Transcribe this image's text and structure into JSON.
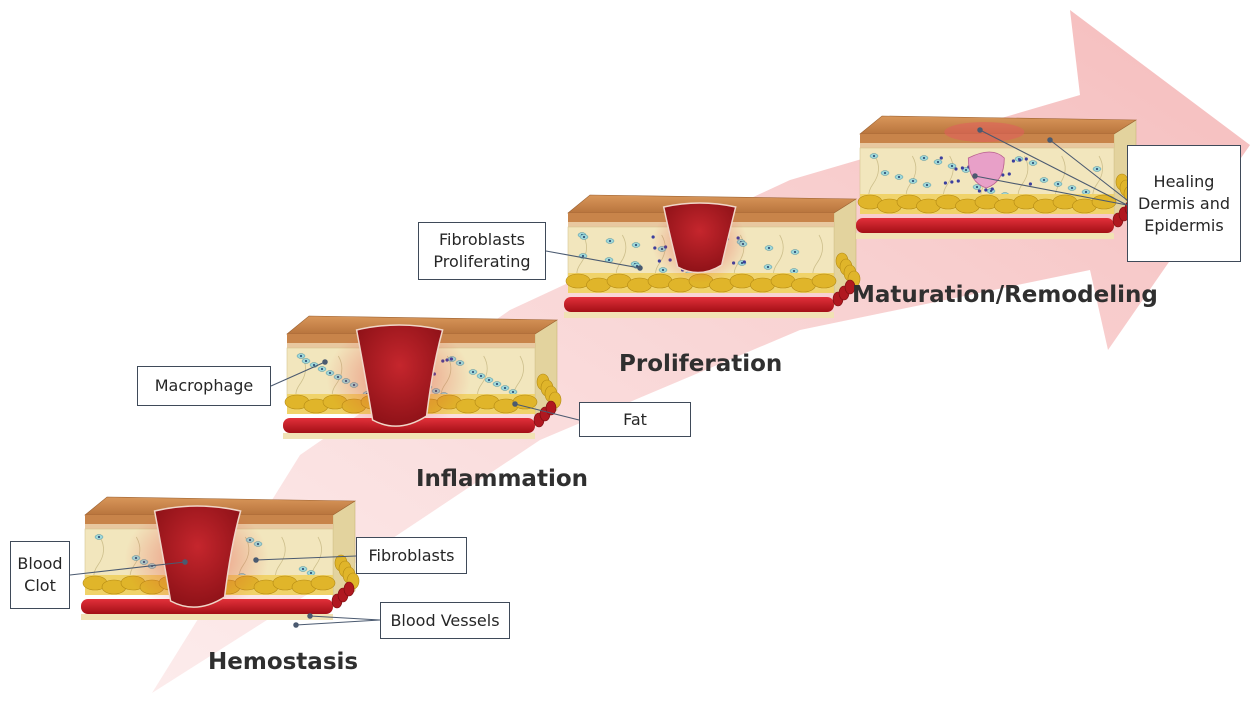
{
  "stages": [
    {
      "title": "Hemostasis"
    },
    {
      "title": "Inflammation"
    },
    {
      "title": "Proliferation"
    },
    {
      "title": "Maturation/Remodeling"
    }
  ],
  "labels": {
    "blood_clot": "Blood\nClot",
    "fibroblasts": "Fibroblasts",
    "blood_vessels": "Blood Vessels",
    "macrophage": "Macrophage",
    "fat": "Fat",
    "fibroblasts_proliferating": "Fibroblasts\nProliferating",
    "healing_dermis_epidermis": "Healing\nDermis and\nEpidermis"
  },
  "colors": {
    "arrow": "#f7c6c6",
    "epidermis": "#c8844a",
    "dermis": "#f2e6bd",
    "fat": "#e0b52a",
    "vessel": "#c8161d",
    "clot": "#a3141c",
    "scar": "#e8a0c8"
  }
}
